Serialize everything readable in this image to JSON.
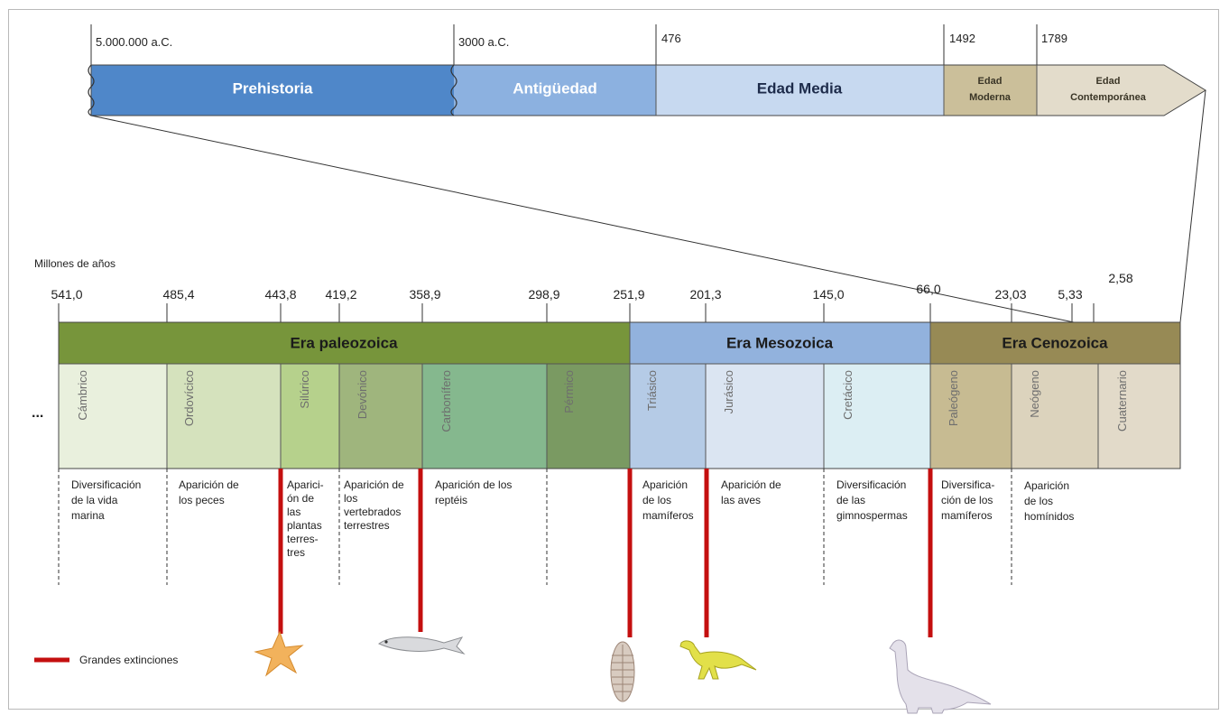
{
  "history_bar": {
    "dates": [
      "5.000.000 a.C.",
      "3000 a.C.",
      "476",
      "1492",
      "1789"
    ],
    "periods": [
      {
        "label": "Prehistoria",
        "color": "#4f87c9"
      },
      {
        "label": "Antigüedad",
        "color": "#8cb1e0"
      },
      {
        "label": "Edad Media",
        "color": "#c7d9f0"
      },
      {
        "label_lines": [
          "Edad",
          "Moderna"
        ],
        "color": "#cbbf9a"
      },
      {
        "label_lines": [
          "Edad",
          "Contemporánea"
        ],
        "color": "#e3dccb"
      }
    ]
  },
  "geologic": {
    "unit_label": "Millones de años",
    "ticks": [
      "541,0",
      "485,4",
      "443,8",
      "419,2",
      "358,9",
      "298,9",
      "251,9",
      "201,3",
      "145,0",
      "66,0",
      "23,03",
      "5,33",
      "2,58"
    ],
    "eras": [
      {
        "label": "Era paleozoica",
        "color": "#77953b"
      },
      {
        "label": "Era Mesozoica",
        "color": "#92b2dd"
      },
      {
        "label": "Era Cenozoica",
        "color": "#978a55"
      }
    ],
    "ellipsis": "...",
    "periods": [
      {
        "label": "Cámbrico",
        "color": "#e9f0dd"
      },
      {
        "label": "Ordovícico",
        "color": "#d5e2bd"
      },
      {
        "label": "Silúrico",
        "color": "#b6d18c"
      },
      {
        "label": "Devónico",
        "color": "#9fb57d"
      },
      {
        "label": "Carbonífero",
        "color": "#85b88e"
      },
      {
        "label": "Pérmico",
        "color": "#7a9a62"
      },
      {
        "label": "Triásico",
        "color": "#b5cbe6"
      },
      {
        "label": "Jurásico",
        "color": "#dbe5f2"
      },
      {
        "label": "Cretácico",
        "color": "#dceef3"
      },
      {
        "label": "Paleógeno",
        "color": "#c7bb92"
      },
      {
        "label": "Neógeno",
        "color": "#dcd3bd"
      },
      {
        "label": "Cuaternario",
        "color": "#e2dac9"
      }
    ],
    "events": [
      {
        "lines": [
          "Diversificación",
          "de la vida",
          "marina"
        ]
      },
      {
        "lines": [
          "Aparición de",
          "los peces"
        ]
      },
      {
        "lines": [
          "Aparici-",
          "ón de",
          "las",
          "plantas",
          "terres-",
          "tres"
        ]
      },
      {
        "lines": [
          "Aparición de",
          "los",
          "vertebrados",
          "terrestres"
        ]
      },
      {
        "lines": [
          "Aparición de los",
          "reptéis"
        ]
      },
      {
        "lines": [
          "Aparición",
          "de los",
          "mamíferos"
        ]
      },
      {
        "lines": [
          "Aparición de",
          "las aves"
        ]
      },
      {
        "lines": [
          "Diversificación",
          "de las",
          "gimnospermas"
        ]
      },
      {
        "lines": [
          "Diversifica-",
          "ción de los",
          "mamíferos"
        ]
      },
      {
        "lines": [
          "Aparición",
          "de los",
          "homínidos"
        ]
      }
    ]
  },
  "legend": {
    "label": "Grandes extinciones",
    "color": "#c40f0f"
  },
  "icons": [
    "starfish-icon",
    "fish-icon",
    "trilobite-icon",
    "dinosaur-icon",
    "sauropod-icon"
  ]
}
